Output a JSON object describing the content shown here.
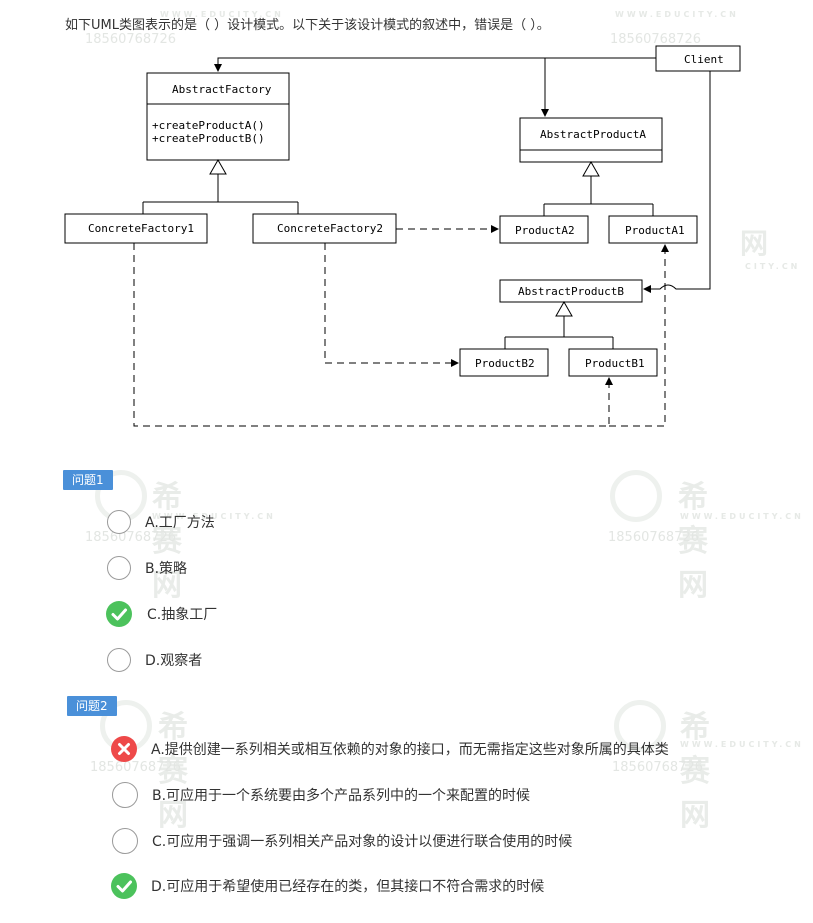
{
  "question": {
    "text": "如下UML类图表示的是（  ）设计模式。以下关于该设计模式的叙述中，错误是（  ）。"
  },
  "watermark": {
    "brand": "希赛网",
    "site": "WWW.EDUCITY.CN",
    "phone": "18560768726"
  },
  "diagram": {
    "classes": {
      "client": "Client",
      "abstract_factory": "AbstractFactory",
      "abstract_factory_methods": [
        "+createProductA()",
        "+createProductB()"
      ],
      "concrete_factory1": "ConcreteFactory1",
      "concrete_factory2": "ConcreteFactory2",
      "abstract_product_a": "AbstractProductA",
      "product_a2": "ProductA2",
      "product_a1": "ProductA1",
      "abstract_product_b": "AbstractProductB",
      "product_b2": "ProductB2",
      "product_b1": "ProductB1"
    }
  },
  "questions": [
    {
      "label": "问题1",
      "options": [
        {
          "text": "A.工厂方法",
          "state": "none"
        },
        {
          "text": "B.策略",
          "state": "none"
        },
        {
          "text": "C.抽象工厂",
          "state": "correct"
        },
        {
          "text": "D.观察者",
          "state": "none"
        }
      ]
    },
    {
      "label": "问题2",
      "options": [
        {
          "text": "A.提供创建一系列相关或相互依赖的对象的接口，而无需指定这些对象所属的具体类",
          "state": "wrong"
        },
        {
          "text": "B.可应用于一个系统要由多个产品系列中的一个来配置的时候",
          "state": "none"
        },
        {
          "text": "C.可应用于强调一系列相关产品对象的设计以便进行联合使用的时候",
          "state": "none"
        },
        {
          "text": "D.可应用于希望使用已经存在的类，但其接口不符合需求的时候",
          "state": "correct"
        }
      ]
    }
  ],
  "colors": {
    "badge": "#4a90d9",
    "correct": "#4cc25c",
    "wrong": "#ee4949",
    "radio_border": "#9a9a9a"
  }
}
